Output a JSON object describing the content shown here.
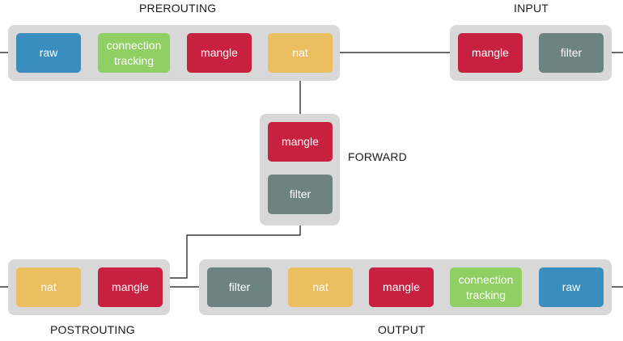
{
  "colors": {
    "raw": "#3a8dbf",
    "connection_tracking": "#8fcf63",
    "mangle": "#c8203f",
    "nat": "#ebbe5f",
    "filter": "#6c837f",
    "group_bg": "#d8d8d8",
    "arrow": "#111111"
  },
  "chains": {
    "prerouting": {
      "label": "PREROUTING",
      "tables": [
        {
          "key": "raw",
          "label": "raw"
        },
        {
          "key": "connection_tracking",
          "label": "connection\ntracking"
        },
        {
          "key": "mangle",
          "label": "mangle"
        },
        {
          "key": "nat",
          "label": "nat"
        }
      ]
    },
    "input": {
      "label": "INPUT",
      "tables": [
        {
          "key": "mangle",
          "label": "mangle"
        },
        {
          "key": "filter",
          "label": "filter"
        }
      ]
    },
    "forward": {
      "label": "FORWARD",
      "tables": [
        {
          "key": "mangle",
          "label": "mangle"
        },
        {
          "key": "filter",
          "label": "filter"
        }
      ]
    },
    "postrouting": {
      "label": "POSTROUTING",
      "tables": [
        {
          "key": "nat",
          "label": "nat"
        },
        {
          "key": "mangle",
          "label": "mangle"
        }
      ]
    },
    "output": {
      "label": "OUTPUT",
      "tables": [
        {
          "key": "filter",
          "label": "filter"
        },
        {
          "key": "nat",
          "label": "nat"
        },
        {
          "key": "mangle",
          "label": "mangle"
        },
        {
          "key": "connection_tracking",
          "label": "connection\ntracking"
        },
        {
          "key": "raw",
          "label": "raw"
        }
      ]
    }
  }
}
